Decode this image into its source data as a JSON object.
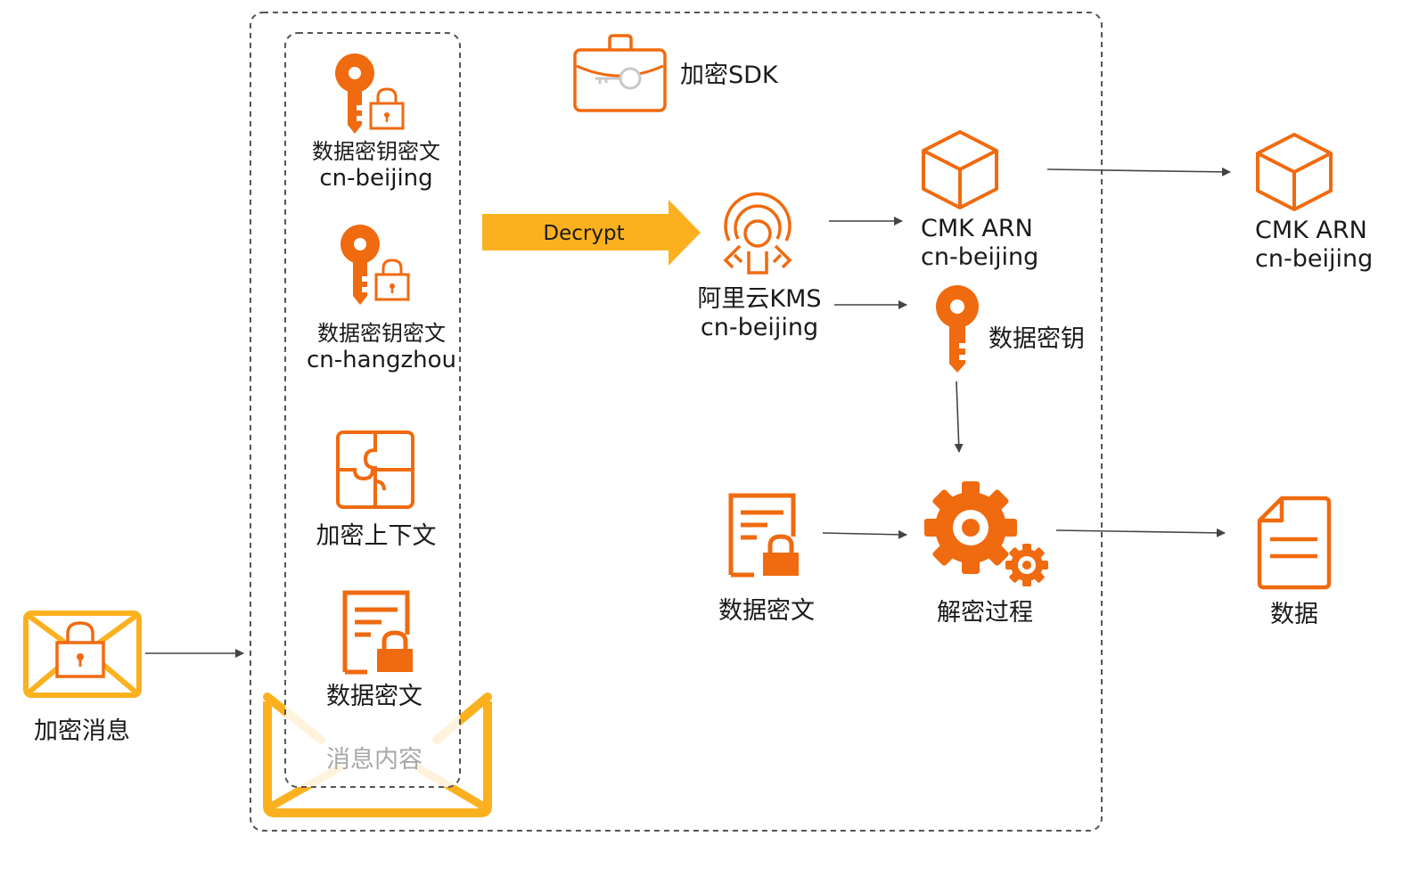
{
  "encrypted_message": {
    "label": "加密消息"
  },
  "message_content": {
    "label": "消息内容"
  },
  "sdk": {
    "label": "加密SDK"
  },
  "envelope_items": [
    {
      "line1": "数据密钥密文",
      "line2": "cn-beijing"
    },
    {
      "line1": "数据密钥密文",
      "line2": "cn-hangzhou"
    },
    {
      "line1": "加密上下文"
    },
    {
      "line1": "数据密文"
    }
  ],
  "decrypt_arrow": {
    "label": "Decrypt"
  },
  "kms": {
    "line1": "阿里云KMS",
    "line2": "cn-beijing"
  },
  "cmk_local": {
    "line1": "CMK ARN",
    "line2": "cn-beijing"
  },
  "cmk_remote": {
    "line1": "CMK ARN",
    "line2": "cn-beijing"
  },
  "data_key": {
    "label": "数据密钥"
  },
  "ciphertext": {
    "label": "数据密文"
  },
  "decrypt_process": {
    "label": "解密过程"
  },
  "plaintext": {
    "label": "数据"
  },
  "colors": {
    "orange": "#f06a0f",
    "yellow": "#fbb11f",
    "border": "#555555",
    "arrow": "#444444"
  }
}
